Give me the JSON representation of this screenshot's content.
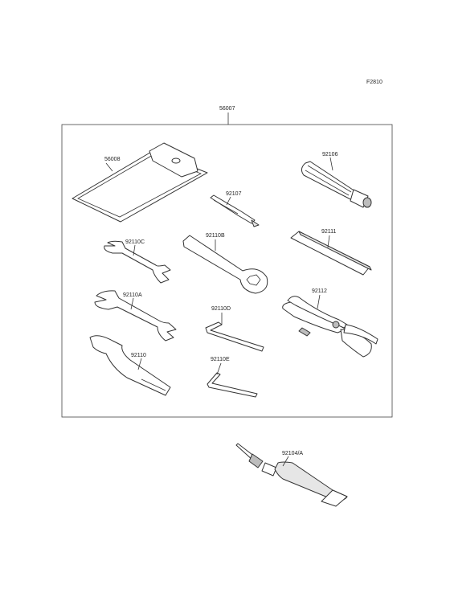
{
  "figure_code": "F2810",
  "parts": {
    "kit": "56007",
    "bag": "56008",
    "screwdriver_handle": "92106",
    "screwdriver_bit": "92107",
    "ring_wrench": "92110B",
    "extension": "92111",
    "wrench_c": "92110C",
    "wrench_a": "92110A",
    "pliers": "92112",
    "hex_key_d": "92110D",
    "hook_wrench": "92110",
    "hex_key_e": "92110E",
    "grease": "92104/A"
  }
}
